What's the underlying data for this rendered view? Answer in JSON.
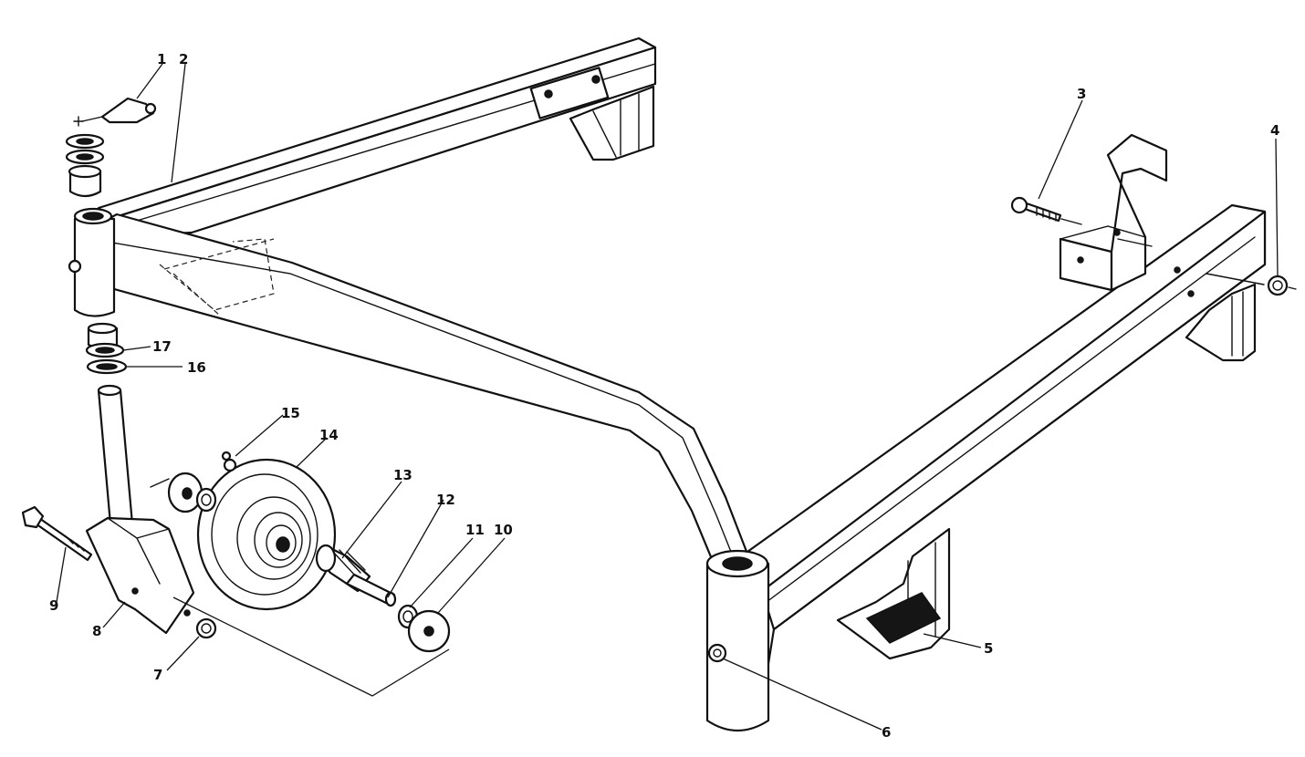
{
  "diagram": {
    "colors": {
      "line": "#111111",
      "background": "#ffffff"
    },
    "callouts": [
      "1",
      "2",
      "3",
      "4",
      "5",
      "6",
      "7",
      "8",
      "9",
      "10",
      "11",
      "12",
      "13",
      "14",
      "15",
      "16",
      "17"
    ]
  }
}
